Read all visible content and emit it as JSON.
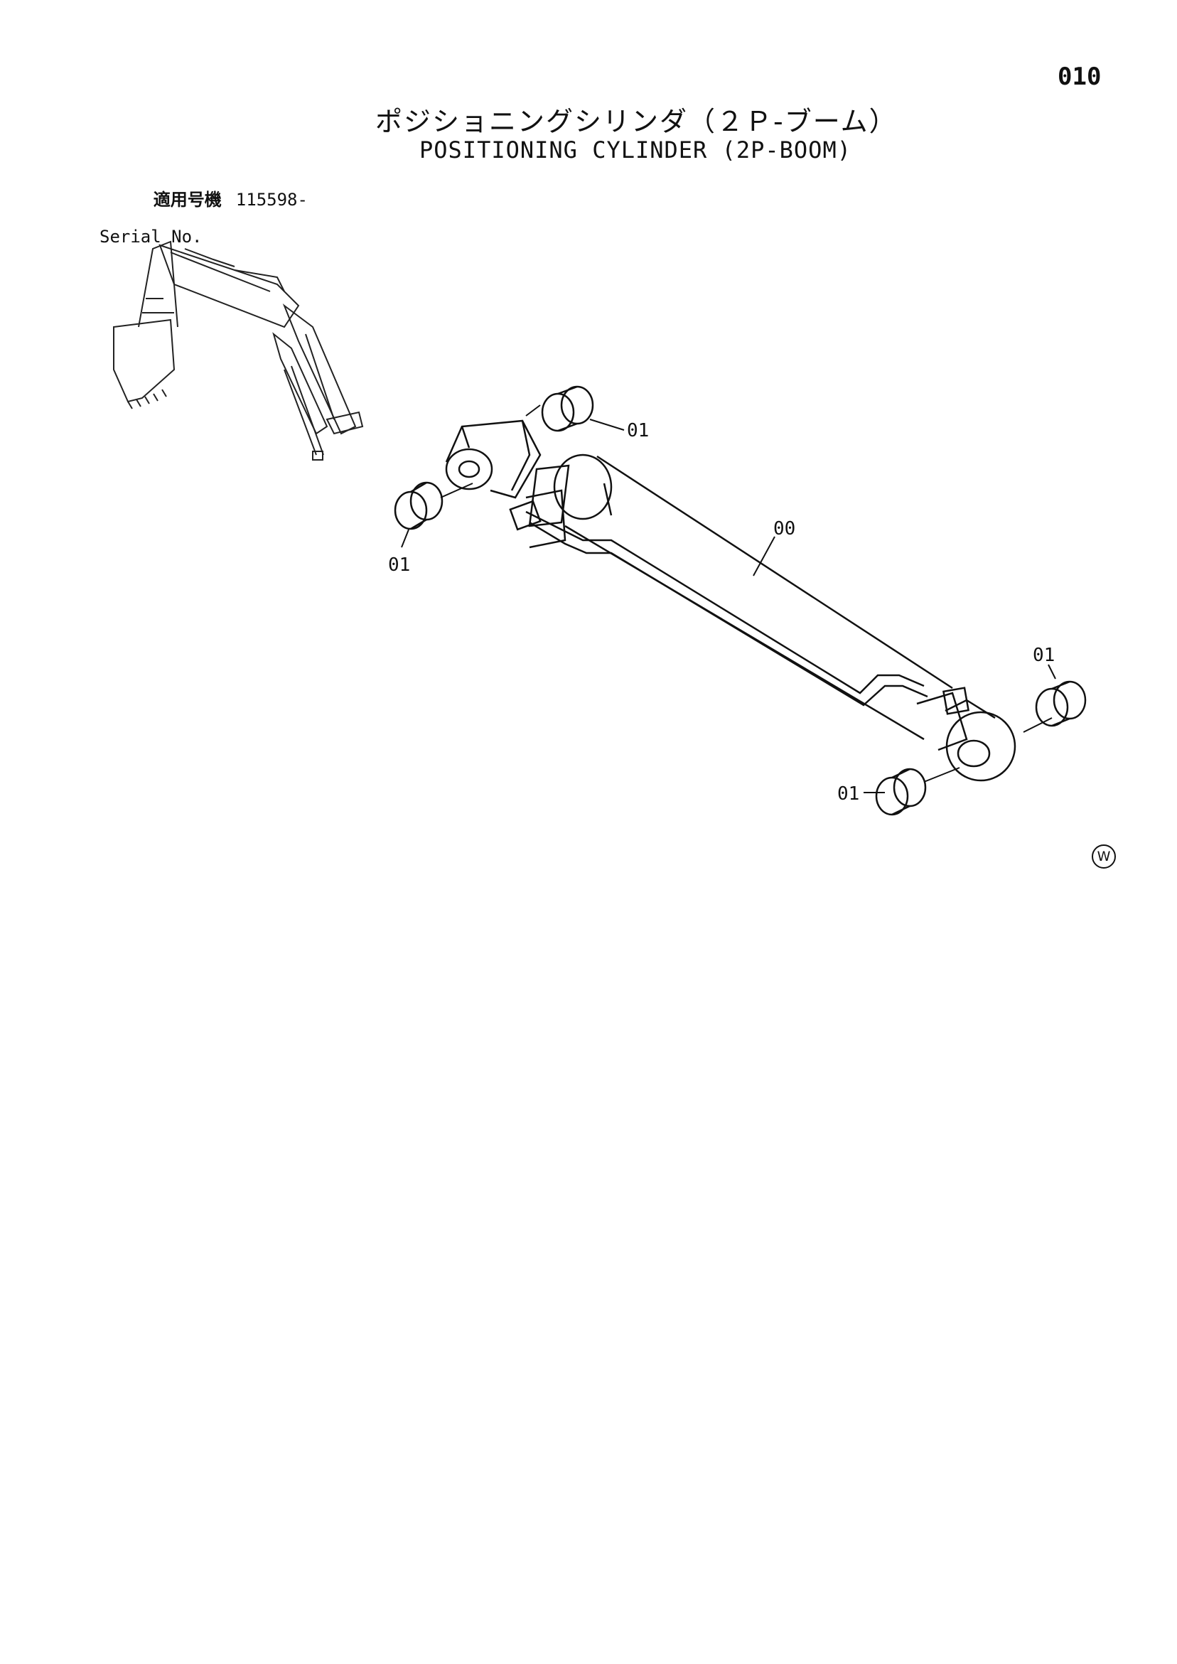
{
  "page": {
    "number": "010",
    "title_jp": "ポジショニングシリンダ（２Ｐ-ブーム）",
    "title_en": "POSITIONING CYLINDER (2P-BOOM)"
  },
  "serial": {
    "label_jp": "適用号機",
    "value": "115598-",
    "label_en": "Serial No."
  },
  "callouts": {
    "bushing_top": "01",
    "bushing_left": "01",
    "cylinder": "00",
    "bushing_right_top": "01",
    "bushing_right_bottom": "01"
  },
  "mark": "W"
}
